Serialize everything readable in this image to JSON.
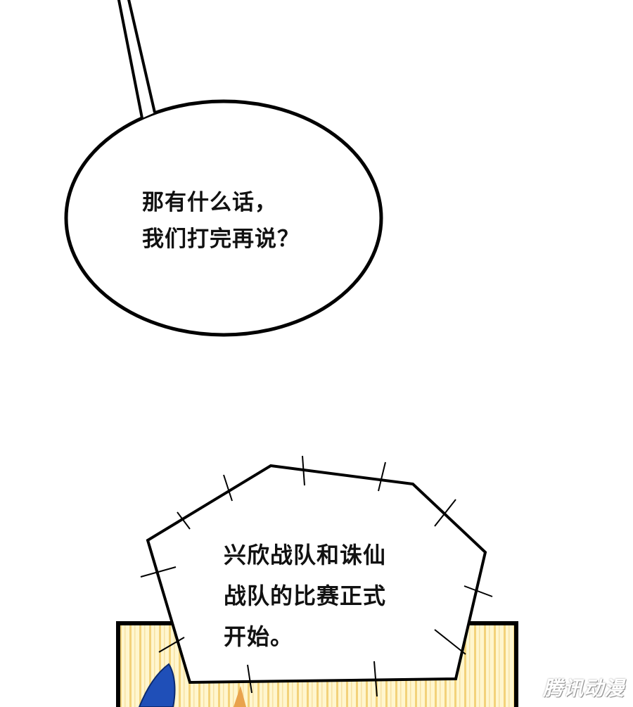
{
  "speech_bubble": {
    "lines": [
      "那有什么话，",
      "我们打完再说？"
    ]
  },
  "narration_box": {
    "lines": [
      "兴欣战队和诛仙",
      "战队的比赛正式",
      "开始。"
    ]
  },
  "watermark": "腾讯动漫",
  "colors": {
    "background": "#ffffff",
    "outline": "#000000",
    "panel_fill": "#fff6cf",
    "panel_stripes": "#f3d27a",
    "character_blue": "#1f4fb8"
  }
}
